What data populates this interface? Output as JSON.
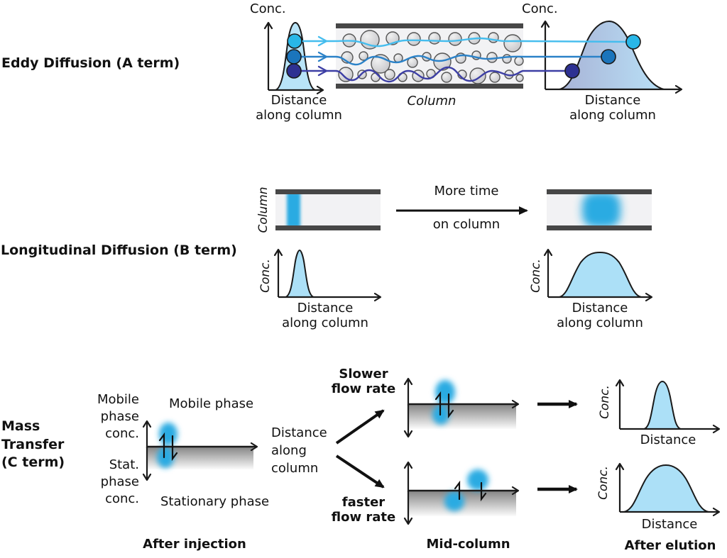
{
  "colors": {
    "cyan": "#29b7e8",
    "blue": "#1b75bc",
    "indigo": "#2e3192",
    "cyan_line": "#45bdee",
    "blue_line": "#2b82c8",
    "indigo_line": "#3d3fa5",
    "band_blue": "#29abe2",
    "peak_fill": "#b8e4f8",
    "peak_fill_light": "#ace0f7",
    "grad_left": "#a8b3d6",
    "grad_right": "#b9e1f7"
  },
  "row_a": {
    "title": "Eddy Diffusion (A term)",
    "left_conc": "Conc.",
    "left_xlabel": "Distance\nalong column",
    "column_label": "Column",
    "right_conc": "Conc.",
    "right_xlabel": "Distance\nalong column"
  },
  "row_b": {
    "title": "Longitudinal Diffusion (B term)",
    "column_rotated": "Column",
    "arrow_top": "More time",
    "arrow_bottom": "on column",
    "left_conc": "Conc.",
    "left_xlabel": "Distance\nalong column",
    "right_conc": "Conc.",
    "right_xlabel": "Distance\nalong column"
  },
  "row_c": {
    "title": "Mass\nTransfer\n(C term)",
    "mobile_axis": "Mobile\nphase\nconc.",
    "stat_axis": "Stat.\nphase\nconc.",
    "mobile_phase": "Mobile phase",
    "stationary_phase": "Stationary phase",
    "distance_along": "Distance\nalong\ncolumn",
    "slower": "Slower\nflow rate",
    "faster": "faster\nflow rate",
    "after_injection": "After injection",
    "mid_column": "Mid-column",
    "after_elution": "After elution",
    "top_conc": "Conc.",
    "top_distance": "Distance",
    "bottom_conc": "Conc.",
    "bottom_distance": "Distance"
  }
}
